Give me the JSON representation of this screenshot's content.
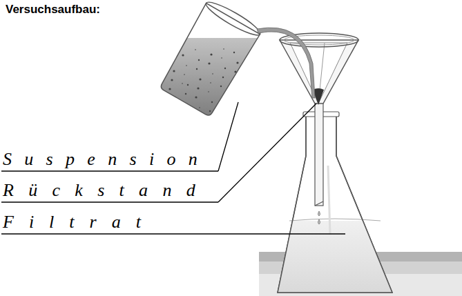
{
  "diagram": {
    "title": "Versuchsaufbau:",
    "labels": [
      "Suspension",
      "Rückstand",
      "Filtrat"
    ]
  }
}
